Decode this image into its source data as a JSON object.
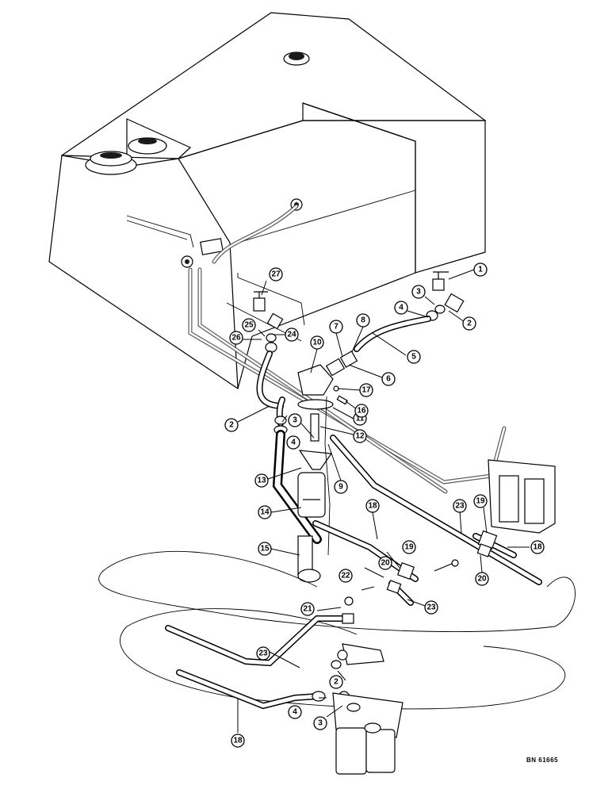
{
  "figure": {
    "reference_number": "BN 61665",
    "callouts": [
      "1",
      "2",
      "3",
      "4",
      "5",
      "6",
      "7",
      "8",
      "9",
      "10",
      "11",
      "12",
      "13",
      "14",
      "15",
      "16",
      "17",
      "18",
      "19",
      "20",
      "21",
      "22",
      "23",
      "24",
      "25",
      "26",
      "27",
      "2",
      "3",
      "4",
      "18",
      "19",
      "20",
      "23",
      "2",
      "3",
      "4",
      "18",
      "23"
    ]
  }
}
